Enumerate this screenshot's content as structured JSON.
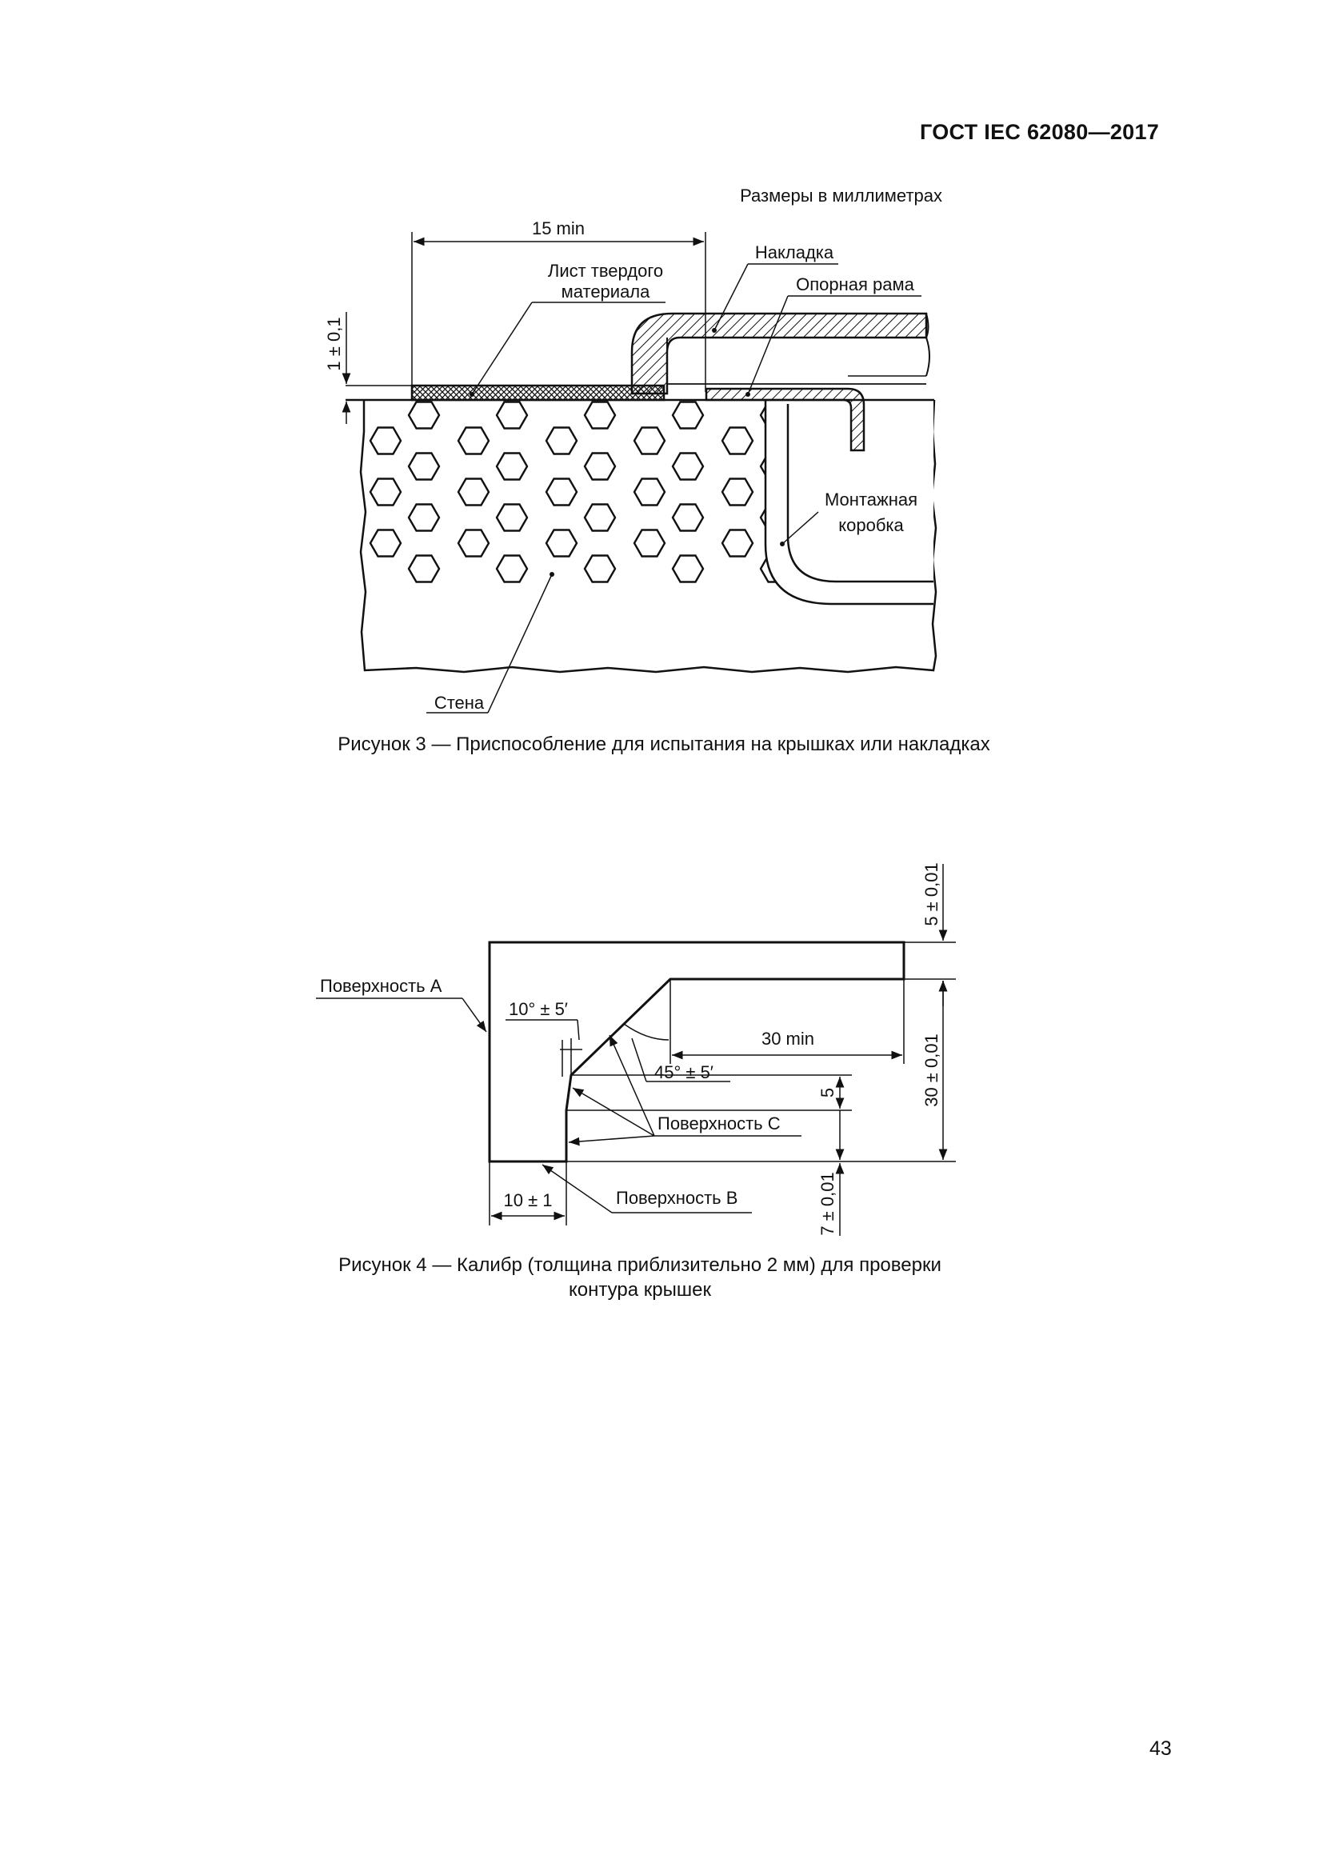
{
  "header": {
    "doc_id": "ГОСТ IEC 62080—2017"
  },
  "page_number": "43",
  "figure3": {
    "units_note": "Размеры в миллиметрах",
    "dim_width": "15 min",
    "dim_thickness": "1 ± 0,1",
    "label_sheet_line1": "Лист твердого",
    "label_sheet_line2": "материала",
    "label_cover": "Накладка",
    "label_frame": "Опорная рама",
    "label_box_line1": "Монтажная",
    "label_box_line2": "коробка",
    "label_wall": "Стена",
    "caption": "Рисунок 3 — Приспособление для испытания на крышках или накладках"
  },
  "figure4": {
    "label_surface_a": "Поверхность A",
    "label_surface_b": "Поверхность B",
    "label_surface_c": "Поверхность C",
    "angle_10": "10° ± 5′",
    "angle_45": "45° ± 5′",
    "dim_30min": "30 min",
    "dim_5tol": "5 ± 0,01",
    "dim_30tol": "30 ± 0,01",
    "dim_7tol": "7 ± 0,01",
    "dim_5": "5",
    "dim_10": "10 ± 1",
    "caption_line1": "Рисунок 4 — Калибр (толщина приблизительно 2 мм) для проверки",
    "caption_line2": "контура крышек"
  }
}
